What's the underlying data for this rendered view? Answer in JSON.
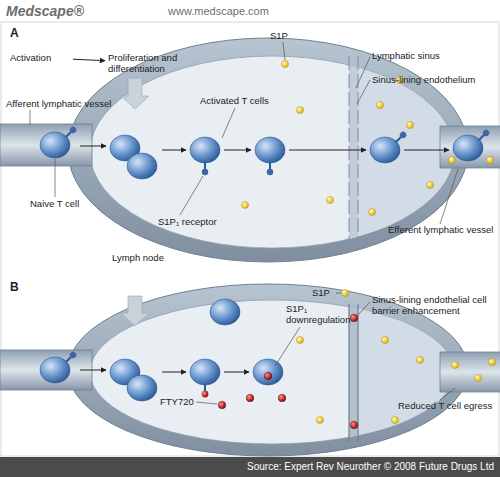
{
  "diagram": {
    "caption": "Source: Expert Rev Neurother © 2008 Future Drugs Ltd",
    "nodes": [
      {
        "text": [
          "Activation"
        ]
      },
      {
        "text": [
          "Proliferation and differentiation"
        ]
      }
    ],
    "edges": [
      {
        "from": 0,
        "to": 1,
        "arrow": "to"
      }
    ],
    "labels": [
      "Medscape®",
      "www.medscape.com",
      "A",
      "S1P",
      "Lymphatic sinus",
      "Sinus-lining endothelium",
      "Afferent lymphatic vessel",
      "Activated T cells",
      "Naive T cell",
      "S1P₁ receptor",
      "Lymph node",
      "Efferent lymphatic vessel",
      "B",
      "S1P",
      "S1P₁ downregulation",
      "Sinus-lining endothelial cell barrier enhancement",
      "FTY720",
      "Reduced T cell egress"
    ]
  }
}
